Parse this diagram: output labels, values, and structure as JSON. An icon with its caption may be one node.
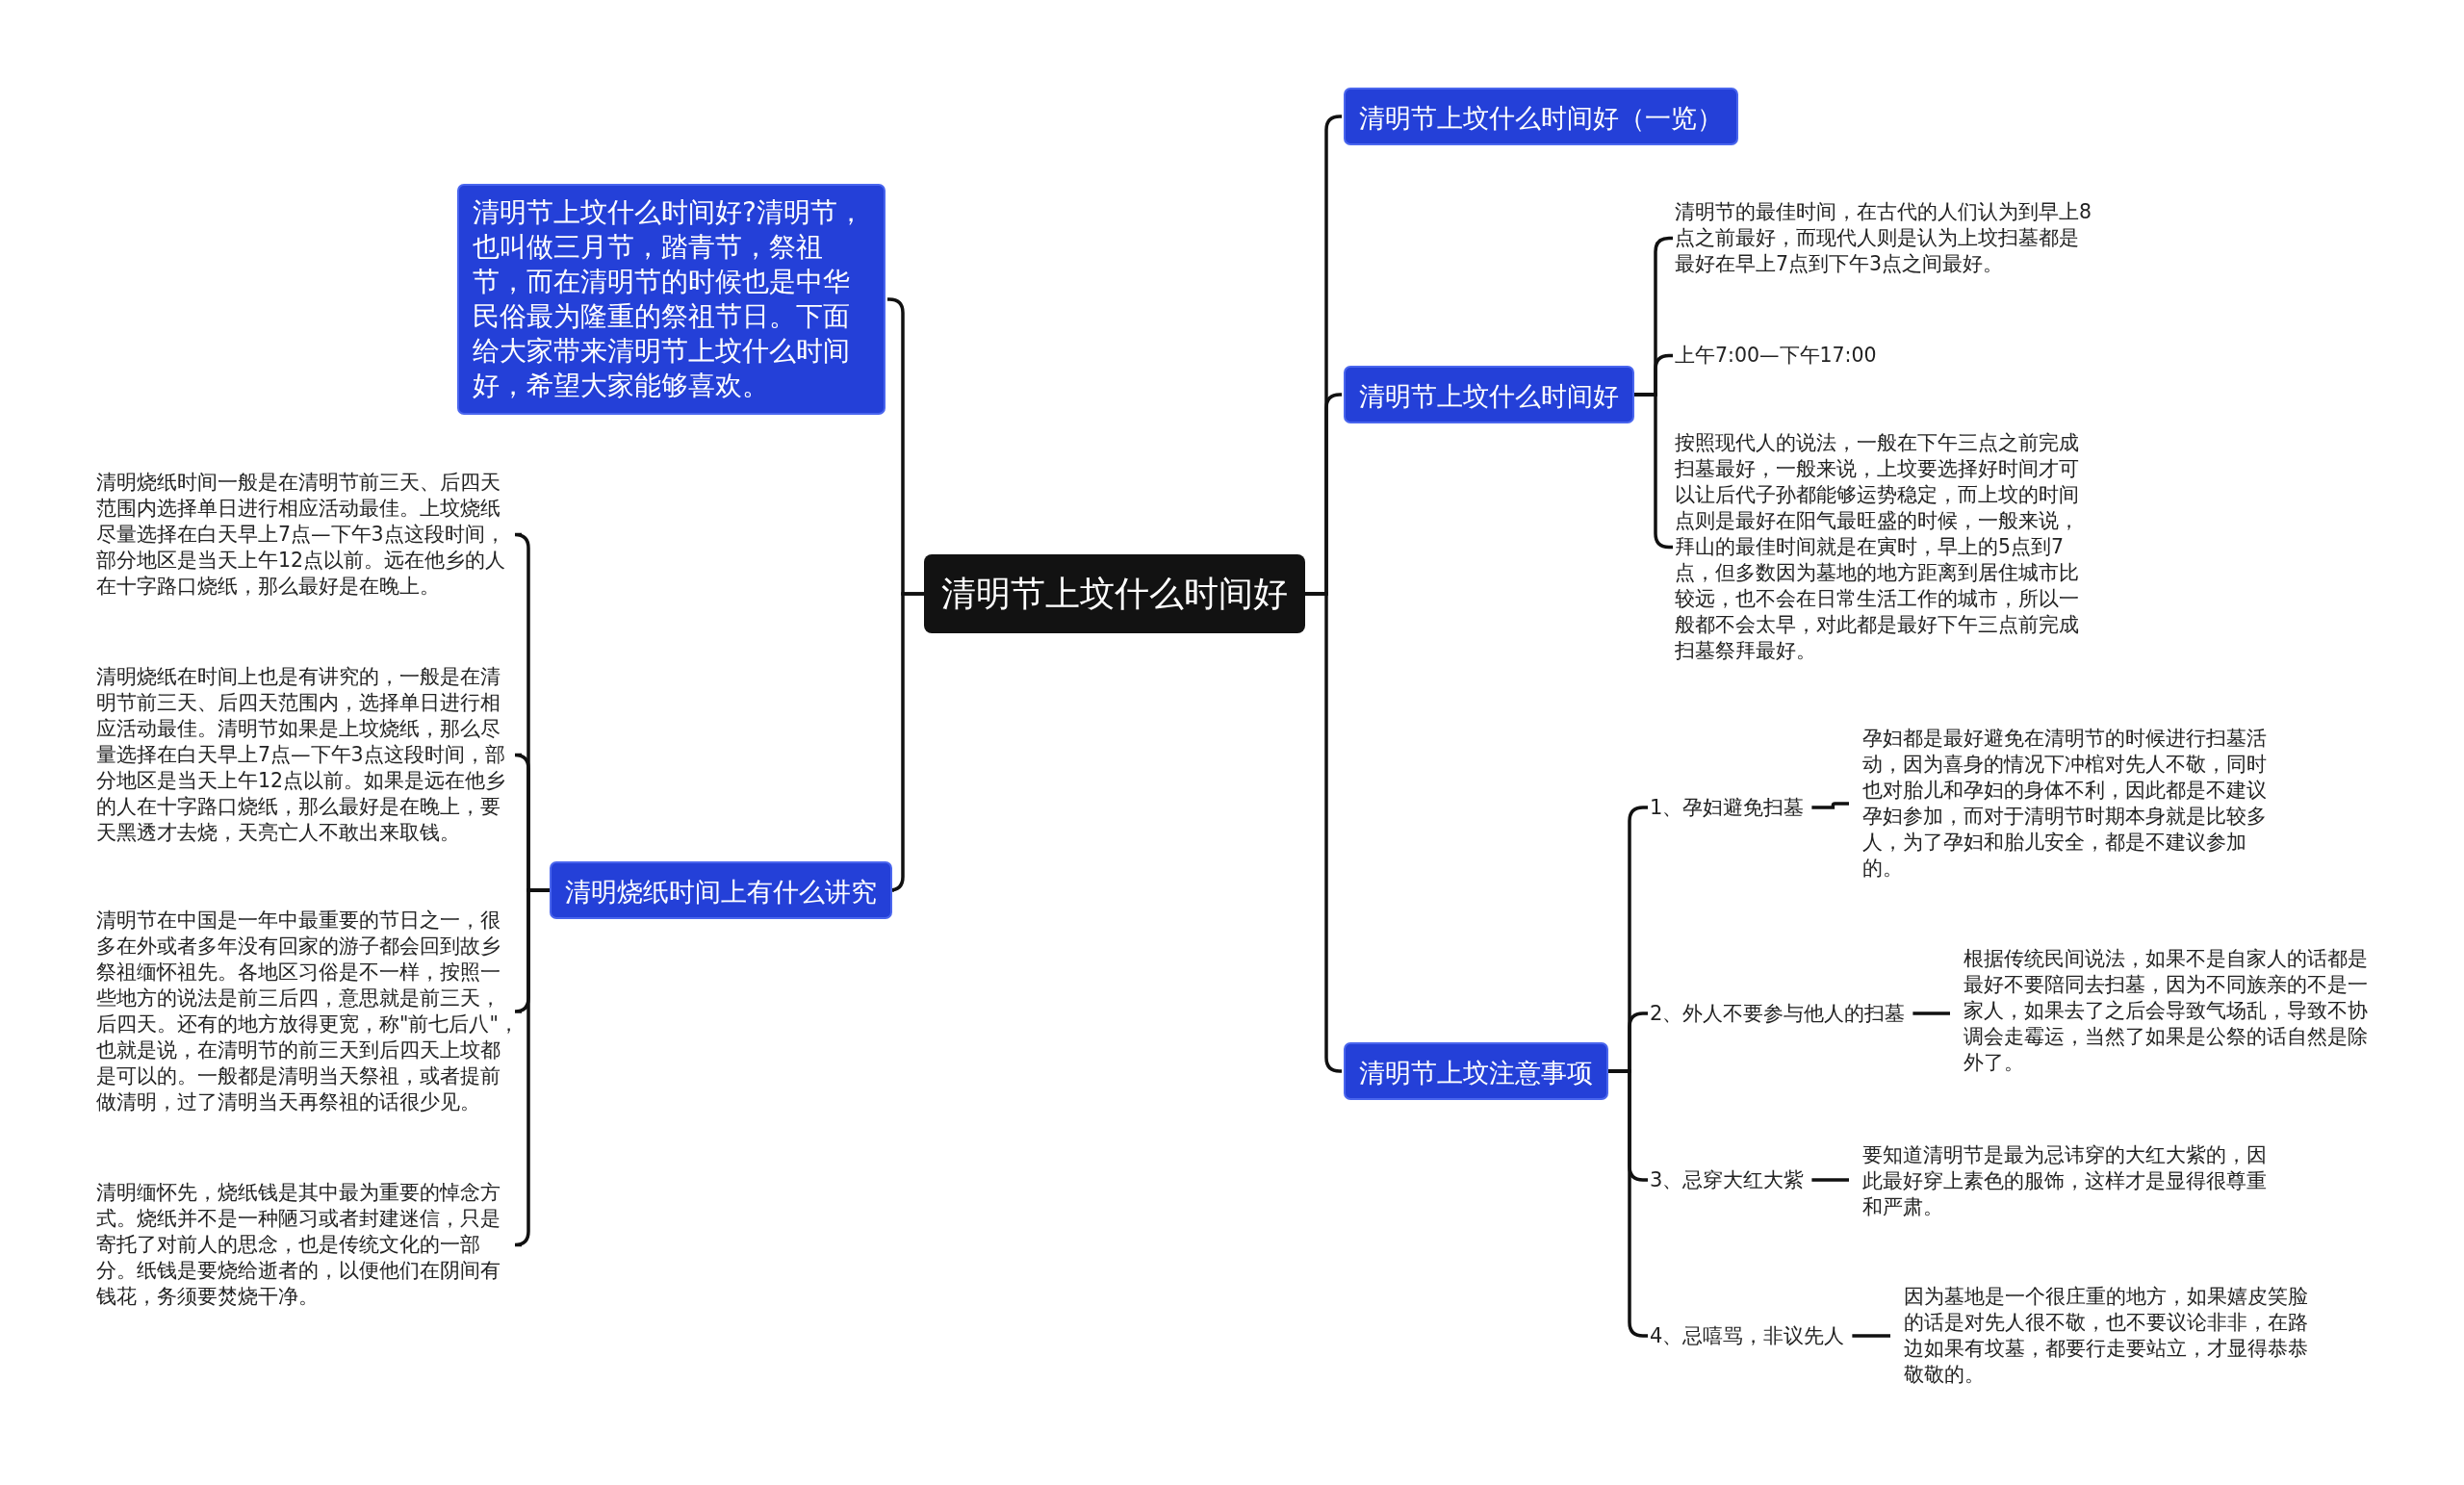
{
  "diagram": {
    "nodes": [
      {
        "text": [
          "清明节上坟什么时间好"
        ]
      },
      {
        "text": [
          "清明节上坟什么时间好?清明节，也叫做三月节，踏青节，祭祖节，而在清明节的时候也是中华民俗最为隆重的祭祖节日。下面给大家带来清明节上坟什么时间好，希望大家能够喜欢。"
        ]
      },
      {
        "text": [
          "清明烧纸时间上有什么讲究"
        ]
      },
      {
        "text": [
          "清明烧纸时间一般是在清明节前三天、后四天范围内选择单日进行相应活动最佳。上坟烧纸尽量选择在白天早上7点—下午3点这段时间，部分地区是当天上午12点以前。远在他乡的人在十字路口烧纸，那么最好是在晚上。"
        ]
      },
      {
        "text": [
          "清明烧纸在时间上也是有讲究的，一般是在清明节前三天、后四天范围内，选择单日进行相应活动最佳。清明节如果是上坟烧纸，那么尽量选择在白天早上7点—下午3点这段时间，部分地区是当天上午12点以前。如果是远在他乡的人在十字路口烧纸，那么最好是在晚上，要天黑透才去烧，天亮亡人不敢出来取钱。"
        ]
      },
      {
        "text": [
          "清明节在中国是一年中最重要的节日之一，很多在外或者多年没有回家的游子都会回到故乡祭祖缅怀祖先。各地区习俗是不一样，按照一些地方的说法是前三后四，意思就是前三天，后四天。还有的地方放得更宽，称\"前七后八\"，也就是说，在清明节的前三天到后四天上坟都是可以的。一般都是清明当天祭祖，或者提前做清明，过了清明当天再祭祖的话很少见。"
        ]
      },
      {
        "text": [
          "清明缅怀先，烧纸钱是其中最为重要的悼念方式。烧纸并不是一种陋习或者封建迷信，只是寄托了对前人的思念，也是传统文化的一部分。纸钱是要烧给逝者的，以便他们在阴间有钱花，务须要焚烧干净。"
        ]
      },
      {
        "text": [
          "清明节上坟什么时间好（一览）"
        ]
      },
      {
        "text": [
          "清明节上坟什么时间好"
        ]
      },
      {
        "text": [
          "清明节的最佳时间，在古代的人们认为到早上8点之前最好，而现代人则是认为上坟扫墓都是最好在早上7点到下午3点之间最好。"
        ]
      },
      {
        "text": [
          "上午7:00—下午17:00"
        ]
      },
      {
        "text": [
          "按照现代人的说法，一般在下午三点之前完成扫墓最好，一般来说，上坟要选择好时间才可以让后代子孙都能够运势稳定，而上坟的时间点则是最好在阳气最旺盛的时候，一般来说，拜山的最佳时间就是在寅时，早上的5点到7点，但多数因为墓地的地方距离到居住城市比较远，也不会在日常生活工作的城市，所以一般都不会太早，对此都是最好下午三点前完成扫墓祭拜最好。"
        ]
      },
      {
        "text": [
          "清明节上坟注意事项"
        ]
      },
      {
        "text": [
          "1、孕妇避免扫墓"
        ]
      },
      {
        "text": [
          "2、外人不要参与他人的扫墓"
        ]
      },
      {
        "text": [
          "3、忌穿大红大紫"
        ]
      },
      {
        "text": [
          "4、忌嘻骂，非议先人"
        ]
      },
      {
        "text": [
          "孕妇都是最好避免在清明节的时候进行扫墓活动，因为喜身的情况下冲棺对先人不敬，同时也对胎儿和孕妇的身体不利，因此都是不建议孕妇参加，而对于清明节时期本身就是比较多人，为了孕妇和胎儿安全，都是不建议参加的。"
        ]
      },
      {
        "text": [
          "根据传统民间说法，如果不是自家人的话都是最好不要陪同去扫墓，因为不同族亲的不是一家人，如果去了之后会导致气场乱，导致不协调会走霉运，当然了如果是公祭的话自然是除外了。"
        ]
      },
      {
        "text": [
          "要知道清明节是最为忌讳穿的大红大紫的，因此最好穿上素色的服饰，这样才是显得很尊重和严肃。"
        ]
      },
      {
        "text": [
          "因为墓地是一个很庄重的地方，如果嬉皮笑脸的话是对先人很不敬，也不要议论非非，在路边如果有坟墓，都要行走要站立，才显得恭恭敬敬的。"
        ]
      }
    ],
    "edges": [
      {
        "from": 0,
        "to": 1,
        "arrow": "none"
      },
      {
        "from": 0,
        "to": 2,
        "arrow": "none"
      },
      {
        "from": 2,
        "to": 3,
        "arrow": "none"
      },
      {
        "from": 2,
        "to": 4,
        "arrow": "none"
      },
      {
        "from": 2,
        "to": 5,
        "arrow": "none"
      },
      {
        "from": 2,
        "to": 6,
        "arrow": "none"
      },
      {
        "from": 0,
        "to": 7,
        "arrow": "none"
      },
      {
        "from": 0,
        "to": 8,
        "arrow": "none"
      },
      {
        "from": 8,
        "to": 9,
        "arrow": "none"
      },
      {
        "from": 8,
        "to": 10,
        "arrow": "none"
      },
      {
        "from": 8,
        "to": 11,
        "arrow": "none"
      },
      {
        "from": 0,
        "to": 12,
        "arrow": "none"
      },
      {
        "from": 12,
        "to": 13,
        "arrow": "none"
      },
      {
        "from": 12,
        "to": 14,
        "arrow": "none"
      },
      {
        "from": 12,
        "to": 15,
        "arrow": "none"
      },
      {
        "from": 12,
        "to": 16,
        "arrow": "none"
      },
      {
        "from": 13,
        "to": 17,
        "arrow": "none"
      },
      {
        "from": 14,
        "to": 18,
        "arrow": "none"
      },
      {
        "from": 15,
        "to": 19,
        "arrow": "none"
      },
      {
        "from": 16,
        "to": 20,
        "arrow": "none"
      }
    ]
  }
}
